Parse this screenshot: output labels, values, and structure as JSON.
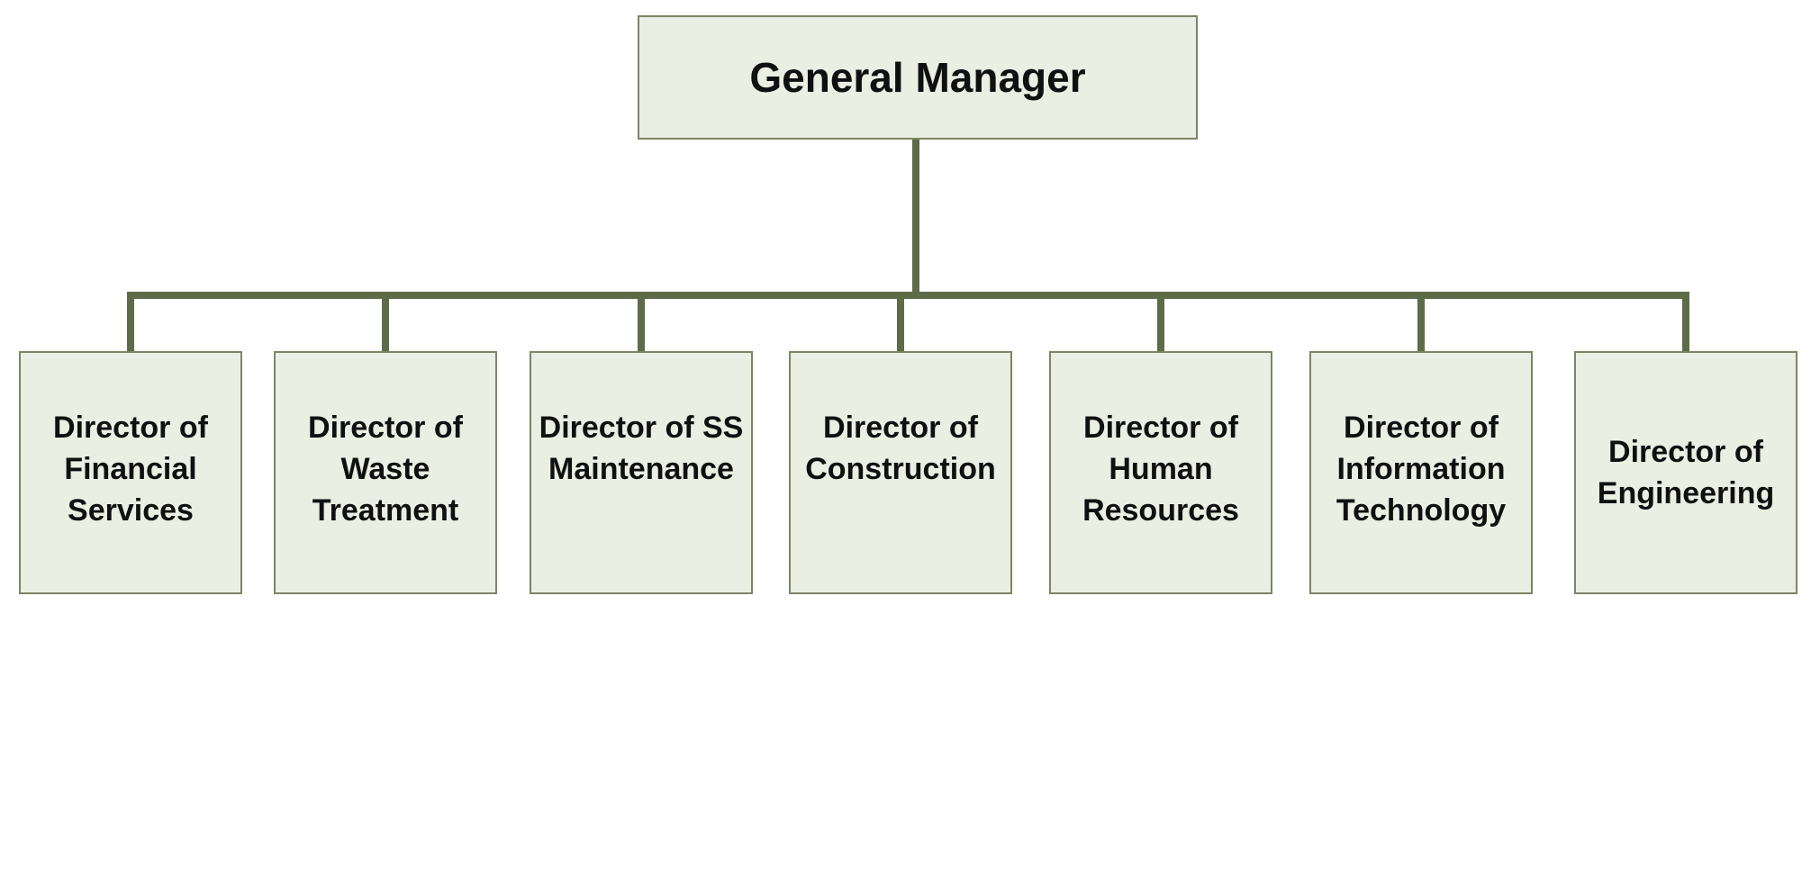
{
  "org": {
    "root": {
      "title": "General Manager"
    },
    "nodes": [
      {
        "title": "Director of Financial Services",
        "lines": [
          "Director of",
          "Financial",
          "Services"
        ]
      },
      {
        "title": "Director of Waste Treatment",
        "lines": [
          "Director of",
          "Waste",
          "Treatment"
        ]
      },
      {
        "title": "Director of SS Maintenance",
        "lines": [
          "Director of SS",
          "Maintenance"
        ]
      },
      {
        "title": "Director of Construction",
        "lines": [
          "Director of",
          "Construction"
        ]
      },
      {
        "title": "Director of Human Resources",
        "lines": [
          "Director of",
          "Human",
          "Resources"
        ]
      },
      {
        "title": "Director of Information Technology",
        "lines": [
          "Director of",
          "Information",
          "Technology"
        ]
      },
      {
        "title": "Director of Engineering",
        "lines": [
          "Director of",
          "Engineering"
        ]
      }
    ]
  },
  "colors": {
    "page_bg": "#ffffff",
    "box_fill": "#eaeee3",
    "box_border": "#7c8565",
    "connector": "#5e6b49",
    "text": "#101010"
  }
}
